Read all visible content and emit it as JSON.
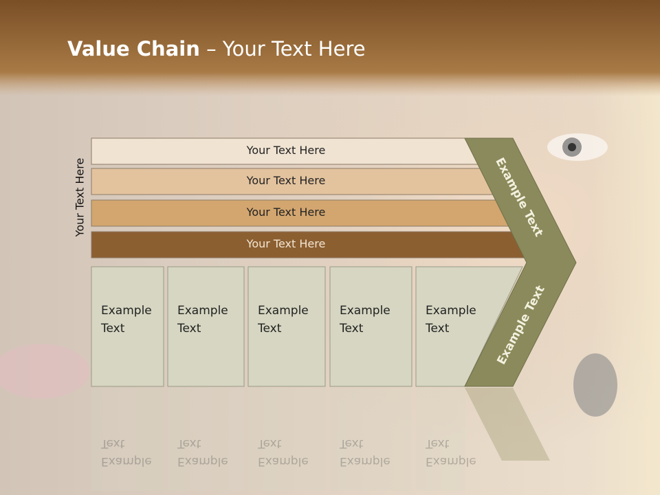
{
  "slide": {
    "title_bold": "Value Chain",
    "title_rest": " – Your Text Here",
    "side_label": "Your Text Here"
  },
  "bars": [
    {
      "label": "Your Text Here",
      "color": "#f0e3d2"
    },
    {
      "label": "Your Text Here",
      "color": "#e3c39e"
    },
    {
      "label": "Your Text Here",
      "color": "#d3a66f"
    },
    {
      "label": "Your Text Here",
      "color": "#8c5f31"
    }
  ],
  "cells": [
    {
      "line1": "Example",
      "line2": "Text"
    },
    {
      "line1": "Example",
      "line2": "Text"
    },
    {
      "line1": "Example",
      "line2": "Text"
    },
    {
      "line1": "Example",
      "line2": "Text"
    },
    {
      "line1": "Example",
      "line2": "Text"
    }
  ],
  "chevron": {
    "upper_label": "Example Text",
    "lower_label": "Example Text",
    "color": "#8a8a5c"
  },
  "colors": {
    "header_band": "#8a5b2a",
    "cell_fill": "#d6d6c2"
  }
}
